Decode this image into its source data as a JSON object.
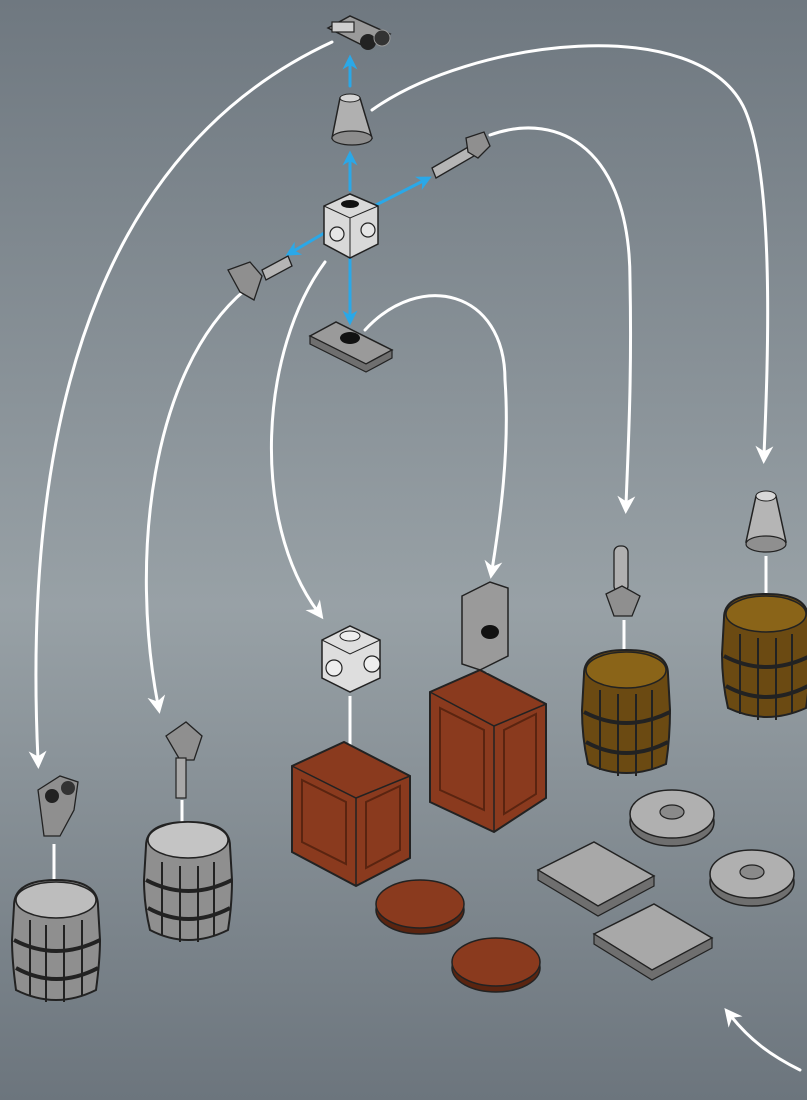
{
  "scene": {
    "colors": {
      "background_top": "#6f7880",
      "background_mid": "#98a1a6",
      "background_bottom": "#6c757d",
      "arrow_white": "#ffffff",
      "arrow_blue": "#2aa8e8",
      "part_light_gray": "#cfcfcf",
      "part_dark_gray": "#8c8c8c",
      "part_black": "#1e1e1e",
      "wood_brown": "#8a3a1e",
      "barrel_brown": "#6b4a12",
      "barrel_gray": "#8f8f8f"
    },
    "assembly_center": {
      "part": "brick-1x1-studs-on-sides",
      "attachments": [
        "binoculars",
        "cone-1x1",
        "bar-with-clip",
        "tile-1x2",
        "bar-with-clip"
      ]
    },
    "groups": [
      {
        "container": "barrel-gray-left",
        "top_part": "binoculars"
      },
      {
        "container": "barrel-gray",
        "top_part": "bar-with-clip"
      },
      {
        "container": "crate-brown",
        "top_part": "brick-1x1-studs-on-sides"
      },
      {
        "container": "crate-brown",
        "top_part": "tile-1x2"
      },
      {
        "container": "barrel-brown",
        "top_part": "bar-with-clip"
      },
      {
        "container": "barrel-brown",
        "top_part": "cone-1x1"
      }
    ],
    "loose_parts": [
      "round-tile-2x2-brown",
      "round-tile-2x2-brown",
      "tile-2x2-gray",
      "tile-2x2-gray",
      "round-tile-2x2-with-hole-gray",
      "round-tile-2x2-with-hole-gray"
    ]
  }
}
